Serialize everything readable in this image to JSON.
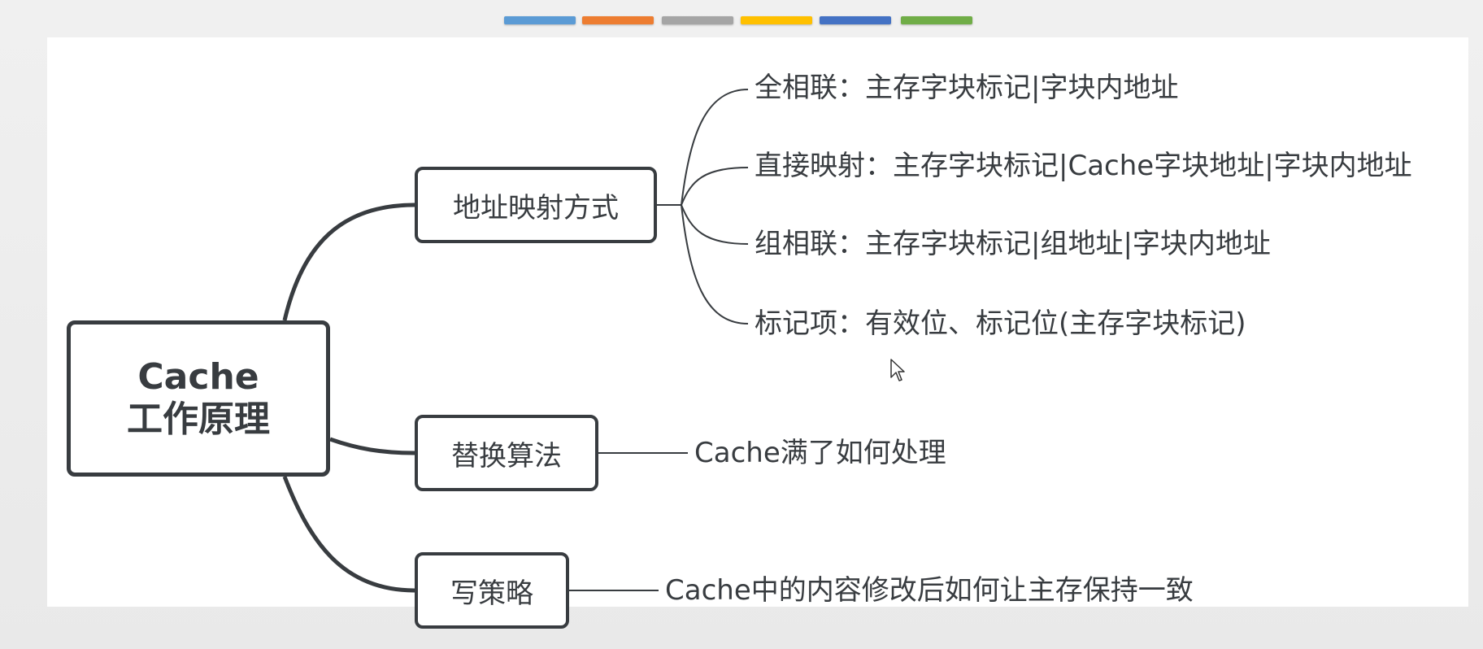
{
  "colors": {
    "line": "#383c40",
    "tabs": [
      "#5b9bd5",
      "#ed7d31",
      "#a5a5a5",
      "#ffc000",
      "#4472c4",
      "#70ad47"
    ]
  },
  "root": {
    "line1": "Cache",
    "line2": "工作原理"
  },
  "branches": [
    {
      "label": "地址映射方式",
      "children": [
        "全相联：主存字块标记|字块内地址",
        "直接映射：主存字块标记|Cache字块地址|字块内地址",
        "组相联：主存字块标记|组地址|字块内地址",
        "标记项：有效位、标记位(主存字块标记)"
      ]
    },
    {
      "label": "替换算法",
      "children": [
        "Cache满了如何处理"
      ]
    },
    {
      "label": "写策略",
      "children": [
        "Cache中的内容修改后如何让主存保持一致"
      ]
    }
  ]
}
